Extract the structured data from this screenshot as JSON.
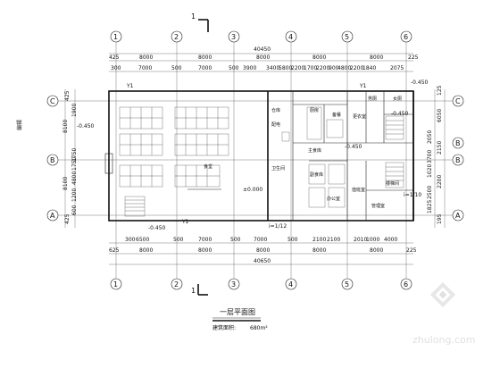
{
  "section_marks": {
    "top": "1",
    "bottom": "1"
  },
  "axes_top": [
    "1",
    "2",
    "3",
    "4",
    "5",
    "6"
  ],
  "axes_bottom": [
    "1",
    "2",
    "3",
    "4",
    "5",
    "6"
  ],
  "axes_left": [
    "C",
    "B",
    "A"
  ],
  "axes_right": [
    "C",
    "B",
    "A"
  ],
  "axis_mid_right": "B",
  "top_dims": {
    "total": "40450",
    "segments": [
      "8000",
      "8000",
      "8000",
      "8000",
      "8000",
      "8000"
    ],
    "edges": [
      "425",
      "225"
    ],
    "row2": [
      "300",
      "7000",
      "500",
      "7000",
      "500",
      "3900",
      "3400",
      "5800",
      "2200",
      "1700",
      "2200",
      "900",
      "4800",
      "2200",
      "1840",
      "2075"
    ]
  },
  "bottom_dims": {
    "total": "40650",
    "segments": [
      "8000",
      "8000",
      "8000",
      "8000",
      "8000",
      "8000"
    ],
    "edges": [
      "625",
      "225"
    ],
    "row1": [
      "300",
      "6500",
      "500",
      "7000",
      "500",
      "7000",
      "500",
      "2100",
      "2100",
      "2010",
      "1000",
      "4000"
    ]
  },
  "left_dims": [
    "425",
    "8100",
    "1900",
    "1750",
    "8100",
    "4800",
    "1200",
    "1750",
    "600",
    "425"
  ],
  "right_dims": [
    "125",
    "6050",
    "2050",
    "2150",
    "3700",
    "1020",
    "2200",
    "2500",
    "1825",
    "195"
  ],
  "left_vertical_label": "编辑",
  "levels": [
    "-0.450",
    "-0.450",
    "-0.450",
    "-0.450",
    "-0.450",
    "±0.000"
  ],
  "room_labels": [
    "食堂",
    "厨房",
    "备餐",
    "仓库",
    "主食库",
    "副食库",
    "更衣室",
    "男厕",
    "女厕",
    "值班室",
    "管理室",
    "办公室",
    "楼梯间",
    "卫生间",
    "配电"
  ],
  "slope_label": "i=1/12",
  "slope_label_2": "i=1/10",
  "window_labels": [
    "Y1",
    "Y1",
    "Y1"
  ],
  "drawing_title": "一层平面图",
  "area_label": "建筑面积:",
  "area_value": "680m²",
  "watermark": "zhulong.com"
}
